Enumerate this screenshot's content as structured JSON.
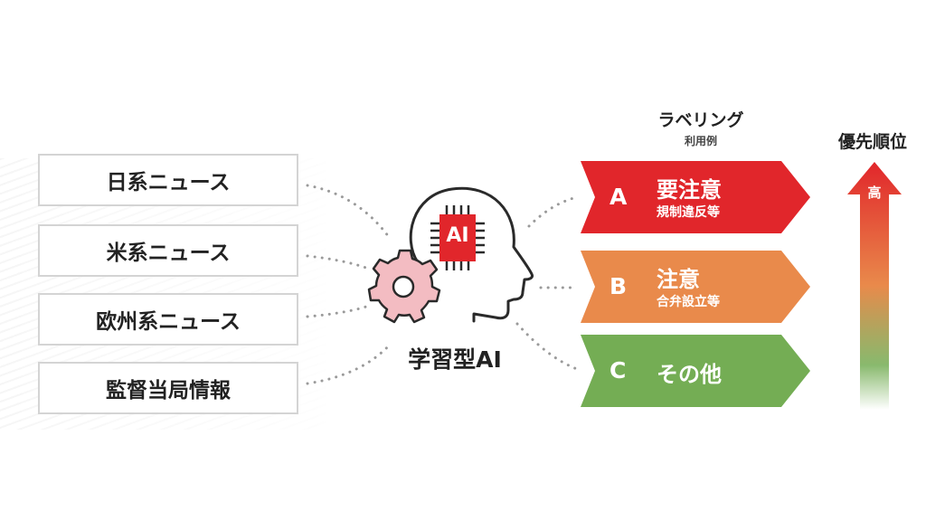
{
  "sources": {
    "items": [
      {
        "label": "日系ニュース"
      },
      {
        "label": "米系ニュース"
      },
      {
        "label": "欧州系ニュース"
      },
      {
        "label": "監督当局情報"
      }
    ]
  },
  "ai": {
    "chip_label": "AI",
    "caption": "学習型AI"
  },
  "labeling": {
    "heading": "ラベリング",
    "subheading": "利用例",
    "items": [
      {
        "letter": "A",
        "title": "要注意",
        "subtitle": "規制違反等",
        "color": "#e1262b"
      },
      {
        "letter": "B",
        "title": "注意",
        "subtitle": "合弁設立等",
        "color": "#e98a4b"
      },
      {
        "letter": "C",
        "title": "その他",
        "subtitle": "",
        "color": "#74ad54"
      }
    ]
  },
  "priority": {
    "heading": "優先順位",
    "high_label": "高",
    "colors": {
      "top": "#e1262b",
      "middle": "#e98a4b",
      "bottom": "#74ad54"
    }
  }
}
